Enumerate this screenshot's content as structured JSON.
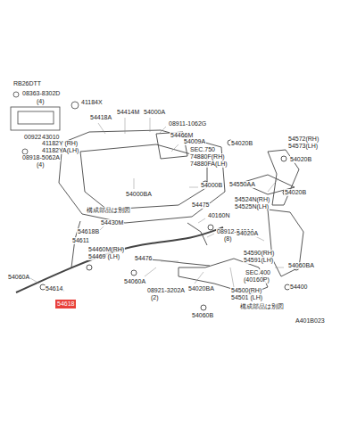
{
  "diagram": {
    "nodes": [
      {
        "text": [
          "54618"
        ]
      }
    ],
    "labels": [
      "RB26DTT",
      "08363-8302D",
      "(4)",
      "41184X",
      "00922",
      "43010",
      "41182Y (RH)",
      "41182YA(LH)",
      "08918-5062A",
      "(4)",
      "54418A",
      "54414M",
      "54000A",
      "08911-1062G",
      "54466M",
      "54009A",
      "SEC.750",
      "74880F(RH)",
      "74880FA(LH)",
      "54000BA",
      "54000B",
      "54475",
      "40160N",
      "08912-8401A",
      "(8)",
      "54430M",
      "構成部品は別図",
      "54618B",
      "54611",
      "54460M(RH)",
      "54469 (LH)",
      "54476",
      "54060A",
      "54614",
      "54060A",
      "08921-3202A",
      "(2)",
      "54020BA",
      "54060B",
      "SEC.400",
      "(40160P)",
      "54500(RH)",
      "54501 (LH)",
      "構成部品は別図",
      "54020B",
      "54572(RH)",
      "54573(LH)",
      "54020B",
      "54550AA",
      "54524N(RH)",
      "54525N(LH)",
      "54020B",
      "54020A",
      "54590(RH)",
      "54591(LH)",
      "54060BA",
      "54400",
      "A401B023"
    ]
  }
}
